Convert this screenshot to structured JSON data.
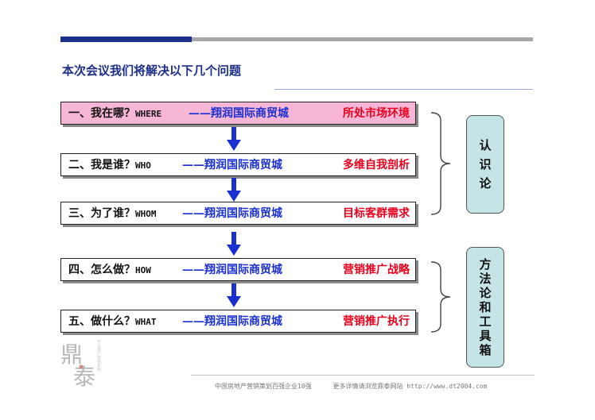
{
  "title": "本次会议我们将解决以下几个问题",
  "steps": [
    {
      "label": "一、我在哪？",
      "en": "WHERE",
      "mid": "——翔润国际商贸城",
      "tail": "所处市场环境"
    },
    {
      "label": "二、我是谁？",
      "en": "WHO",
      "mid": "——翔润国际商贸城",
      "tail": "多维自我剖析"
    },
    {
      "label": "三、为了谁？",
      "en": "WHOM",
      "mid": "——翔润国际商贸城",
      "tail": "目标客群需求"
    },
    {
      "label": "四、怎么做？",
      "en": "HOW",
      "mid": "——翔润国际商贸城",
      "tail": "营销推广战略"
    },
    {
      "label": "五、做什么？",
      "en": "WHAT",
      "mid": "——翔润国际商贸城",
      "tail": "营销推广执行"
    }
  ],
  "side_groups": [
    {
      "chars": [
        "认",
        "识",
        "论"
      ]
    },
    {
      "chars": [
        "方",
        "法",
        "论",
        "和",
        "工",
        "具",
        "箱"
      ]
    }
  ],
  "logo": {
    "chars": [
      "鼎",
      "泰"
    ],
    "mark_text": "专业地产营销机构"
  },
  "footer": {
    "left": "中国房地产营销策划百强企业10强",
    "right": "更多详情请浏览鼎泰网站 http://www.dt2004.com"
  },
  "colors": {
    "accent_blue": "#1c2f8a",
    "highlight_pink": "#f8b6d7",
    "side_teal": "#c5e4e5",
    "tail_red": "#e8001c",
    "mid_blue": "#1a2fd0"
  }
}
